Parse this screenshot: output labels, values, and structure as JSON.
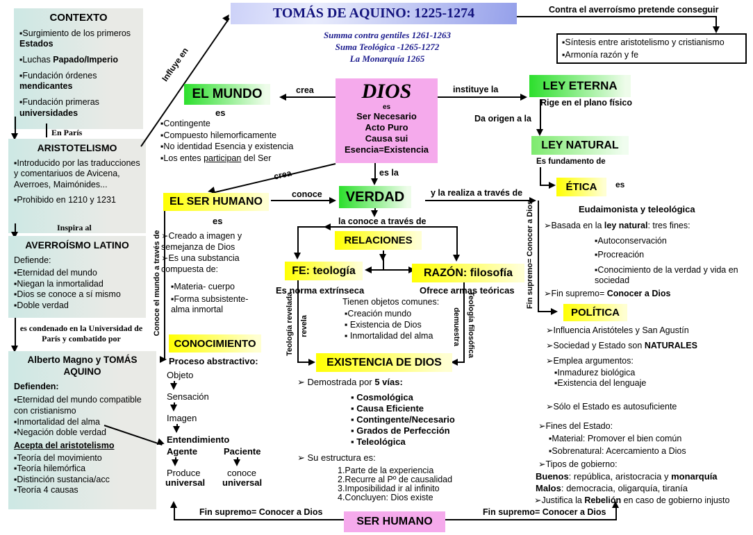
{
  "header": {
    "influye": "Influye en",
    "title": "TOMÁS DE AQUINO: 1225-1274",
    "works": [
      "Summa contra gentiles 1261-1263",
      "Suma Teológica -1265-1272",
      "La Monarquía 1265"
    ],
    "contra": "Contra el  averroísmo pretende conseguir",
    "goals": [
      "▪Síntesis entre aristotelismo y cristianismo",
      "▪Armonía razón y fe"
    ]
  },
  "left": {
    "contexto_title": "CONTEXTO",
    "contexto_items": [
      [
        {
          "t": "▪Surgimiento de  los primeros "
        },
        {
          "t": "Estados",
          "b": true
        }
      ],
      [
        {
          "t": "▪Luchas "
        },
        {
          "t": "Papado/Imperio",
          "b": true
        }
      ],
      [
        {
          "t": "▪Fundación órdenes "
        },
        {
          "t": "mendicantes",
          "b": true
        }
      ],
      [
        {
          "t": "▪Fundación primeras "
        },
        {
          "t": "universidades",
          "b": true
        }
      ]
    ],
    "en_paris": "En París",
    "arist_title": "ARISTOTELISMO",
    "arist_items": [
      "▪Introducido por las traducciones y comentariuos de Avicena, Averroes, Maimónides...",
      "▪Prohibido en 1210 y 1231"
    ],
    "inspira": "Inspira al",
    "aver_title": "AVERROÍSMO LATINO",
    "aver_intro": "Defiende:",
    "aver_items": [
      "▪Eternidad del mundo",
      "▪Niegan la inmortalidad",
      "▪Dios se conoce a sí mismo",
      "▪Doble verdad"
    ],
    "condenado": "es condenado en la Universidad de París y combatido por",
    "alberto_title": [
      {
        "t": "Alberto Magno",
        "b": true
      },
      {
        "t": " y  "
      },
      {
        "t": "TOMÁS AQUINO",
        "b": true
      }
    ],
    "defienden": "Defienden:",
    "alberto_items": [
      "▪Eternidad del mundo compatible con cristianismo",
      "▪Inmortalidad del alma",
      "▪Negación doble verdad"
    ],
    "acepta": "Acepta del aristotelismo",
    "acepta_items": [
      "▪Teoría del movimiento",
      "▪Teoría hilemórfica",
      "▪Distinción sustancia/acc",
      "▪Teoría 4 causas"
    ]
  },
  "mundo": {
    "title": "EL MUNDO",
    "es": "es",
    "items": [
      [
        {
          "t": "▪Contingente"
        }
      ],
      [
        {
          "t": "▪Compuesto hilemorficamente"
        }
      ],
      [
        {
          "t": "▪No identidad Esencia y existencia"
        }
      ],
      [
        {
          "t": "▪Los entes "
        },
        {
          "t": "participan",
          "u": true
        },
        {
          "t": " del Ser"
        }
      ]
    ]
  },
  "dios": {
    "title": "DIOS",
    "es": "es",
    "attrs": [
      "Ser Necesario",
      "Acto Puro",
      "Causa sui",
      "Esencia=Existencia"
    ]
  },
  "ley": {
    "eterna": "LEY ETERNA",
    "rige": "Rige en el plano físico",
    "da_origen": "Da origen a la",
    "natural": "LEY NATURAL",
    "fundamento": "Es fundamento de"
  },
  "labels": {
    "crea1": "crea",
    "instituye": "instituye la",
    "crea2": "crea",
    "conoce": "conoce",
    "es_la": "es la",
    "la_conoce": "la conoce  a través de",
    "realiza": "y la realiza a través de",
    "fin_supremo_v": "Fin supremo= Conocer a Dios",
    "conoce_mundo_v": "Conoce el mundo a través de",
    "teo_revelada": "Teología revelada",
    "revela": "revela",
    "teo_filosofica": "Teología filosófica",
    "demuestra": "demuestra",
    "fin_supremo_left": "Fin supremo= Conocer a Dios",
    "fin_supremo_right": "Fin supremo= Conocer a Dios"
  },
  "ser": {
    "title": "EL SER HUMANO",
    "es": "es",
    "items": [
      [
        {
          "t": "➢Creado a imagen y semejanza de Dios"
        }
      ],
      [
        {
          "t": "➢Es una substancia compuesta de:"
        }
      ]
    ],
    "sub_items": [
      "▪Materia- cuerpo",
      "▪Forma subsistente- alma inmortal"
    ]
  },
  "verdad": {
    "title": "VERDAD"
  },
  "relaciones": {
    "title": "RELACIONES"
  },
  "fe": {
    "title": "FE: teología",
    "norma": "Es norma extrínseca"
  },
  "razon": {
    "title": "RAZÓN: filosofía",
    "ofrece": "Ofrece armas teóricas"
  },
  "objetos": {
    "intro": "Tienen objetos comunes:",
    "items": [
      "▪Creación mundo",
      "▪ Existencia de Dios",
      "▪ Inmortalidad del alma"
    ]
  },
  "conocimiento": {
    "title": "CONOCIMIENTO",
    "proceso": "Proceso abstractivo:",
    "chain": [
      "Objeto",
      "Sensación",
      "Imagen"
    ],
    "entendimiento": "Entendimiento",
    "agente": "Agente",
    "paciente": "Paciente",
    "produce": "Produce",
    "conoce": "conoce",
    "universal1": "universal",
    "universal2": "universal"
  },
  "existencia": {
    "title": "EXISTENCIA DE DIOS",
    "demostrada": [
      {
        "t": "➢ Demostrada por  "
      },
      {
        "t": "5 vías:",
        "b": true
      }
    ],
    "vias": [
      "▪ Cosmológica",
      "▪ Causa Eficiente",
      "▪ Contingente/Necesario",
      "▪ Grados de Perfección",
      "▪ Teleológica"
    ],
    "estructura": "➢ Su estructura es:",
    "pasos": [
      "1.Parte de la experiencia",
      "2.Recurre al Pº de causalidad",
      "3.Imposibilidad ir al infinito",
      "4.Concluyen: Dios existe"
    ]
  },
  "etica": {
    "title": "ÉTICA",
    "es": "es",
    "tipo": "Eudaimonista y teleológica",
    "basada": [
      {
        "t": "➢Basada en la "
      },
      {
        "t": "ley natural",
        "b": true
      },
      {
        "t": ": tres fines:"
      }
    ],
    "fines": [
      "▪Autoconservación",
      "▪Procreación",
      "▪Conocimiento de la verdad y vida en sociedad"
    ],
    "fin": [
      {
        "t": "➢Fin supremo= "
      },
      {
        "t": "Conocer a Dios",
        "b": true
      }
    ]
  },
  "politica": {
    "title": "POLÍTICA",
    "lines": [
      [
        {
          "t": "➢Influencia Aristóteles y San Agustín"
        }
      ],
      [
        {
          "t": "➢Sociedad y Estado son "
        },
        {
          "t": "NATURALES",
          "b": true
        }
      ],
      [
        {
          "t": "➢Emplea argumentos:"
        }
      ],
      [
        {
          "t": "▪Inmadurez biológica"
        }
      ],
      [
        {
          "t": "▪Existencia del lenguaje"
        }
      ],
      [
        {
          "t": "➢Sólo el Estado es autosuficiente"
        }
      ],
      [
        {
          "t": "➢Fines del Estado:"
        }
      ],
      [
        {
          "t": "▪Material: Promover el bien común"
        }
      ],
      [
        {
          "t": "▪Sobrenatural: Acercamiento a Dios"
        }
      ],
      [
        {
          "t": "➢Tipos de gobierno:"
        }
      ],
      [
        {
          "t": "Buenos",
          "b": true
        },
        {
          "t": ": república, aristocracia y "
        },
        {
          "t": "monarquía",
          "b": true
        }
      ],
      [
        {
          "t": "Malos",
          "b": true
        },
        {
          "t": ": democracia, oligarquía, tiranía"
        }
      ],
      [
        {
          "t": "➢Justifica la "
        },
        {
          "t": "Rebelión",
          "b": true
        },
        {
          "t": " en caso de gobierno injusto"
        }
      ]
    ]
  },
  "bottom": {
    "title": "SER HUMANO"
  }
}
